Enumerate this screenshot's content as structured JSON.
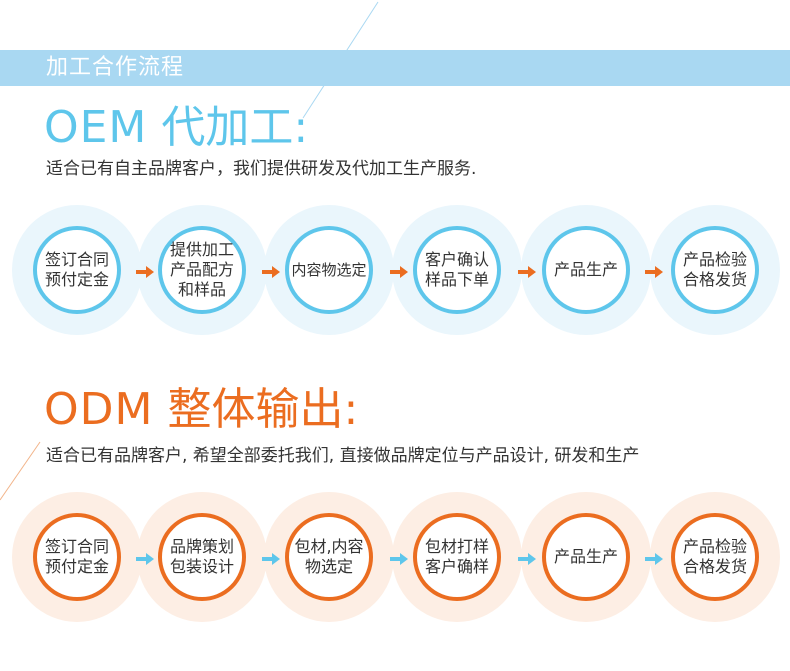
{
  "header": {
    "title": "加工合作流程"
  },
  "oem": {
    "title_latin": "OEM",
    "title_cjk": "代加工:",
    "description": "适合已有自主品牌客户，我们提供研发及代加工生产服务.",
    "accent_color": "#5ec6eb",
    "arrow_color": "#eb6d20",
    "steps": [
      "签订合同\n预付定金",
      "提供加工\n产品配方\n和样品",
      "内容物选定",
      "客户确认\n样品下单",
      "产品生产",
      "产品检验\n合格发货"
    ]
  },
  "odm": {
    "title_latin": "ODM",
    "title_cjk": "整体输出:",
    "description": "适合已有品牌客户, 希望全部委托我们, 直接做品牌定位与产品设计, 研发和生产",
    "accent_color": "#eb6d20",
    "arrow_color": "#5ec6eb",
    "steps": [
      "签订合同\n预付定金",
      "品牌策划\n包装设计",
      "包材,内容\n物选定",
      "包材打样\n客户确样",
      "产品生产",
      "产品检验\n合格发货"
    ]
  }
}
